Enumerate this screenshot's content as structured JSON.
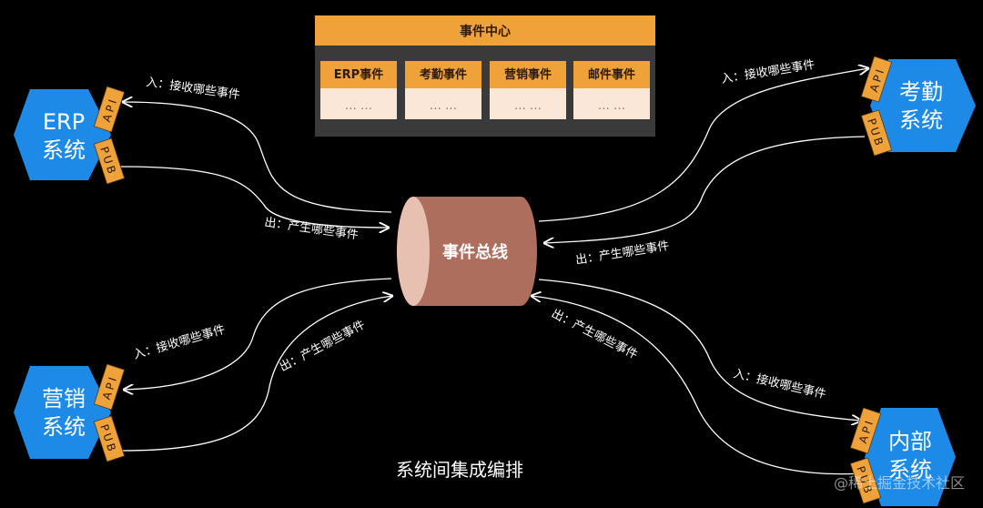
{
  "event_center": {
    "title": "事件中心",
    "cards": [
      {
        "label": "ERP事件",
        "body": "… …"
      },
      {
        "label": "考勤事件",
        "body": "… …"
      },
      {
        "label": "营销事件",
        "body": "… …"
      },
      {
        "label": "邮件事件",
        "body": "… …"
      }
    ]
  },
  "bus": {
    "label": "事件总线"
  },
  "systems": {
    "erp": {
      "line1": "ERP",
      "line2": "系统",
      "api": "API",
      "pub": "PUB"
    },
    "attendance": {
      "line1": "考勤",
      "line2": "系统",
      "api": "API",
      "pub": "PUB"
    },
    "marketing": {
      "line1": "营销",
      "line2": "系统",
      "api": "API",
      "pub": "PUB"
    },
    "internal": {
      "line1": "内部",
      "line2": "系统",
      "api": "API",
      "pub": "PUB"
    }
  },
  "flows": {
    "erp_in": "入：接收哪些事件",
    "erp_out": "出：产生哪些事件",
    "attendance_in": "入：接收哪些事件",
    "attendance_out": "出：产生哪些事件",
    "marketing_in": "入：接收哪些事件",
    "marketing_out": "出：产生哪些事件",
    "internal_out": "出：产生哪些事件",
    "internal_in": "入：接收哪些事件"
  },
  "caption": "系统间集成编排",
  "watermark": "@稀土掘金技术社区",
  "colors": {
    "hexagon": "#1c8ae6",
    "orange": "#f0a23a",
    "card_body": "#fbe7d8",
    "bus": "#ad6e5e",
    "bus_top": "#e8c0b2",
    "panel": "#3a3a3a"
  }
}
